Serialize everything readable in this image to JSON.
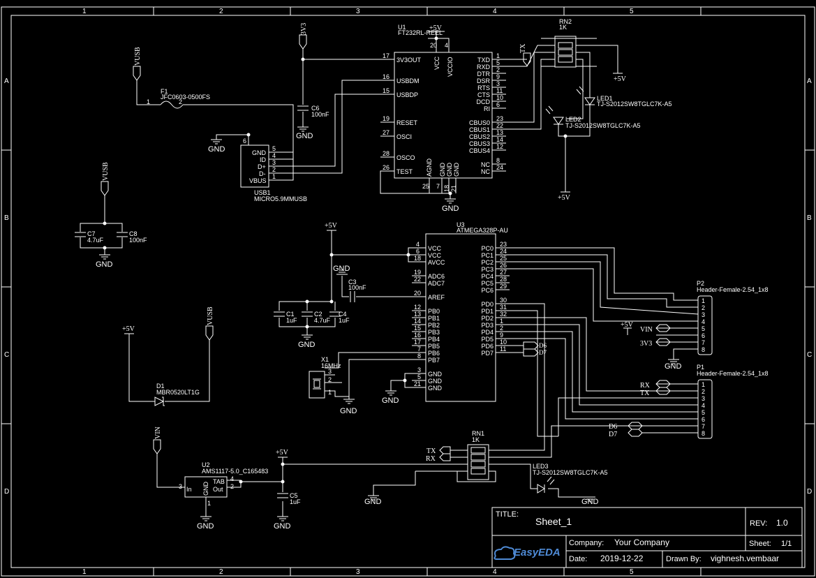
{
  "frame": {
    "col_labels": [
      "1",
      "2",
      "3",
      "4",
      "5"
    ],
    "row_labels": [
      "A",
      "B",
      "C",
      "D"
    ]
  },
  "title_block": {
    "title_label": "TITLE:",
    "title": "Sheet_1",
    "rev_label": "REV:",
    "rev": "1.0",
    "company_label": "Company:",
    "company": "Your Company",
    "sheet_label": "Sheet:",
    "sheet": "1/1",
    "date_label": "Date:",
    "date": "2019-12-22",
    "drawn_label": "Drawn By:",
    "drawn_by": "vighnesh.vembaar",
    "logo_text": "EasyEDA"
  },
  "u1": {
    "ref": "U1",
    "value": "FT232RL-REEL",
    "left_pins": [
      {
        "num": "17",
        "name": "3V3OUT"
      },
      {
        "num": "16",
        "name": "USBDM"
      },
      {
        "num": "15",
        "name": "USBDP"
      },
      {
        "num": "19",
        "name": "RESET"
      },
      {
        "num": "27",
        "name": "OSCI"
      },
      {
        "num": "28",
        "name": "OSCO"
      },
      {
        "num": "26",
        "name": "TEST"
      }
    ],
    "right_pins": [
      {
        "num": "1",
        "name": "TXD"
      },
      {
        "num": "5",
        "name": "RXD"
      },
      {
        "num": "2",
        "name": "DTR"
      },
      {
        "num": "9",
        "name": "DSR"
      },
      {
        "num": "3",
        "name": "RTS"
      },
      {
        "num": "11",
        "name": "CTS"
      },
      {
        "num": "10",
        "name": "DCD"
      },
      {
        "num": "6",
        "name": "RI"
      },
      {
        "num": "23",
        "name": "CBUS0"
      },
      {
        "num": "22",
        "name": "CBUS1"
      },
      {
        "num": "13",
        "name": "CBUS2"
      },
      {
        "num": "14",
        "name": "CBUS3"
      },
      {
        "num": "12",
        "name": "CBUS4"
      },
      {
        "num": "8",
        "name": "NC"
      },
      {
        "num": "24",
        "name": "NC"
      }
    ],
    "top_pins": [
      {
        "num": "20",
        "name": "VCC"
      },
      {
        "num": "4",
        "name": "VCCIO"
      }
    ],
    "bottom_pins": [
      {
        "num": "25",
        "name": "AGND"
      },
      {
        "num": "7",
        "name": "GND"
      },
      {
        "num": "18",
        "name": "GND"
      },
      {
        "num": "21",
        "name": "GND"
      }
    ]
  },
  "u3": {
    "ref": "U3",
    "value": "ATMEGA328P-AU",
    "left_pins": [
      {
        "num": "4",
        "name": "VCC"
      },
      {
        "num": "6",
        "name": "VCC"
      },
      {
        "num": "18",
        "name": "AVCC"
      },
      {
        "num": "19",
        "name": "ADC6"
      },
      {
        "num": "22",
        "name": "ADC7"
      },
      {
        "num": "20",
        "name": "AREF"
      },
      {
        "num": "12",
        "name": "PB0"
      },
      {
        "num": "13",
        "name": "PB1"
      },
      {
        "num": "14",
        "name": "PB2"
      },
      {
        "num": "15",
        "name": "PB3"
      },
      {
        "num": "16",
        "name": "PB4"
      },
      {
        "num": "17",
        "name": "PB5"
      },
      {
        "num": "7",
        "name": "PB6"
      },
      {
        "num": "8",
        "name": "PB7"
      },
      {
        "num": "3",
        "name": "GND"
      },
      {
        "num": "5",
        "name": "GND"
      },
      {
        "num": "21",
        "name": "GND"
      }
    ],
    "right_pins": [
      {
        "num": "23",
        "name": "PC0"
      },
      {
        "num": "24",
        "name": "PC1"
      },
      {
        "num": "25",
        "name": "PC2"
      },
      {
        "num": "26",
        "name": "PC3"
      },
      {
        "num": "27",
        "name": "PC4"
      },
      {
        "num": "28",
        "name": "PC5"
      },
      {
        "num": "29",
        "name": "PC6"
      },
      {
        "num": "30",
        "name": "PD0"
      },
      {
        "num": "31",
        "name": "PD1"
      },
      {
        "num": "32",
        "name": "PD2"
      },
      {
        "num": "1",
        "name": "PD3"
      },
      {
        "num": "2",
        "name": "PD4"
      },
      {
        "num": "9",
        "name": "PD5"
      },
      {
        "num": "10",
        "name": "PD6"
      },
      {
        "num": "11",
        "name": "PD7"
      }
    ]
  },
  "usb1": {
    "ref": "USB1",
    "value": "MICRO5.9MMUSB",
    "pins": [
      {
        "num": "5",
        "name": "GND"
      },
      {
        "num": "4",
        "name": "ID"
      },
      {
        "num": "3",
        "name": "D+"
      },
      {
        "num": "2",
        "name": "D-"
      },
      {
        "num": "1",
        "name": "VBUS"
      }
    ],
    "shield_pin": "6"
  },
  "u2": {
    "ref": "U2",
    "value": "AMS1117-5.0_C165483",
    "pin_in": "In",
    "pin_gnd": "GND",
    "pin_tab": "TAB",
    "pin_out": "Out",
    "num_in": "3",
    "num_tab": "4",
    "num_out": "2",
    "num_gnd": "1"
  },
  "p2": {
    "ref": "P2",
    "value": "Header-Female-2.54_1x8",
    "pins": [
      "1",
      "2",
      "3",
      "4",
      "5",
      "6",
      "7",
      "8"
    ],
    "net_vin": "VIN",
    "net_3v3": "3V3",
    "power_5v": "+5V"
  },
  "p1": {
    "ref": "P1",
    "value": "Header-Female-2.54_1x8",
    "pins": [
      "1",
      "2",
      "3",
      "4",
      "5",
      "6",
      "7",
      "8"
    ],
    "net_rx": "RX",
    "net_tx": "TX",
    "net_d6": "D6",
    "net_d7": "D7"
  },
  "rn1": {
    "ref": "RN1",
    "value": "1K"
  },
  "rn2": {
    "ref": "RN2",
    "value": "1K"
  },
  "f1": {
    "ref": "F1",
    "value": "JFC0603-0500FS",
    "pin1": "1",
    "pin2": "2"
  },
  "d1": {
    "ref": "D1",
    "value": "MBR0520LT1G"
  },
  "x1": {
    "ref": "X1",
    "value": "16MHz",
    "pins": [
      "3",
      "2",
      "1"
    ]
  },
  "led1": {
    "ref": "LED1",
    "value": "TJ-S2012SW8TGLC7K-A5"
  },
  "led2": {
    "ref": "LED2",
    "value": "TJ-S2012SW8TGLC7K-A5"
  },
  "led3": {
    "ref": "LED3",
    "value": "TJ-S2012SW8TGLC7K-A5"
  },
  "caps": {
    "c1": {
      "ref": "C1",
      "value": "1uF"
    },
    "c2": {
      "ref": "C2",
      "value": "4.7uF"
    },
    "c3": {
      "ref": "C3",
      "value": "100nF"
    },
    "c4": {
      "ref": "C4",
      "value": "1uF"
    },
    "c5": {
      "ref": "C5",
      "value": "1uF"
    },
    "c6": {
      "ref": "C6",
      "value": "100nF"
    },
    "c7": {
      "ref": "C7",
      "value": "4.7uF"
    },
    "c8": {
      "ref": "C8",
      "value": "100nF"
    }
  },
  "nets": {
    "gnd": "GND",
    "p5v": "+5V",
    "vusb": "VUSB",
    "v3v3": "3V3",
    "vin": "VIN",
    "tx": "TX",
    "rx": "RX",
    "d6": "D6",
    "d7": "D7"
  }
}
